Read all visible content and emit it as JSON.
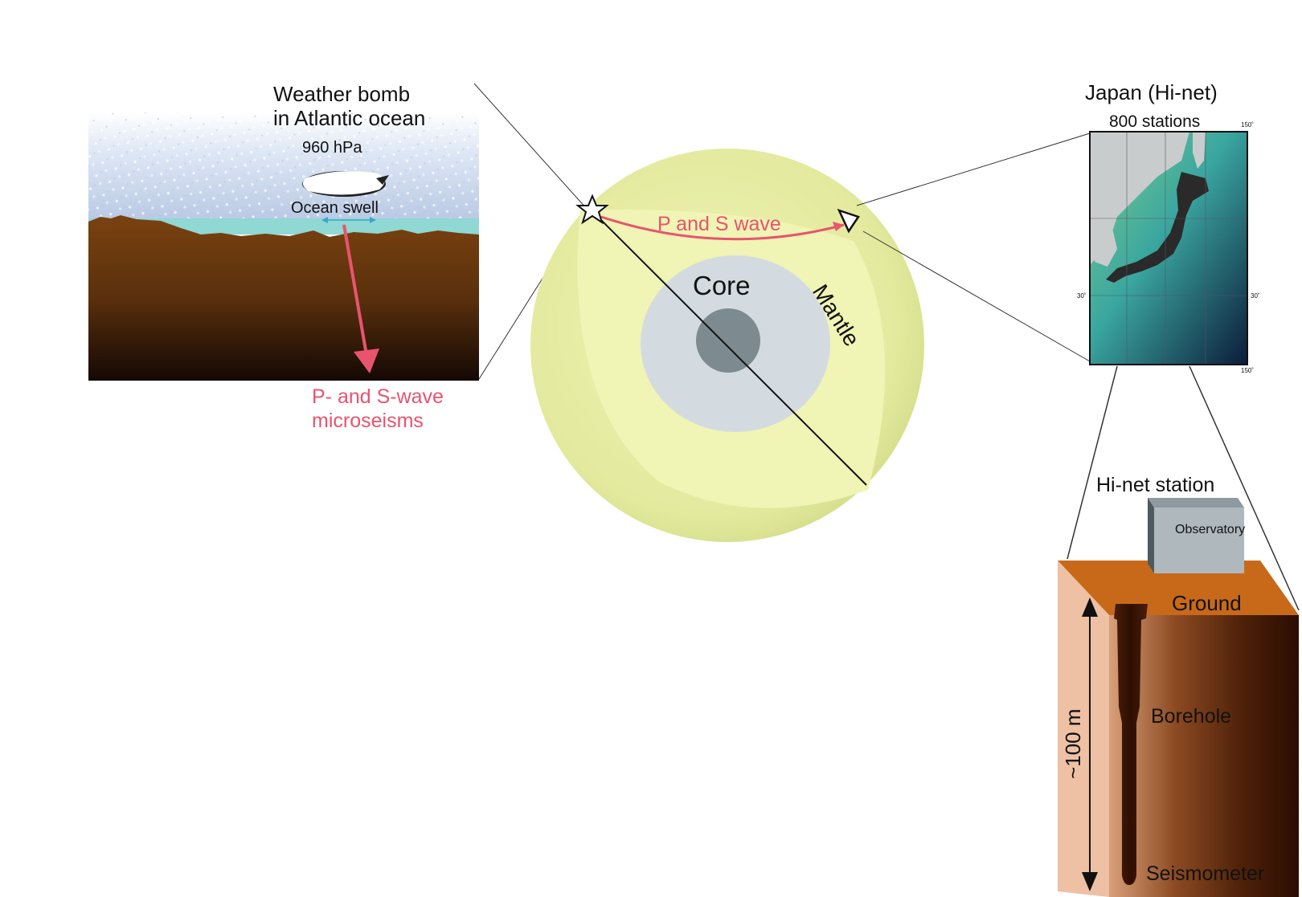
{
  "ocean_panel": {
    "title_line1": "Weather bomb",
    "title_line2": "in Atlantic ocean",
    "pressure": "960 hPa",
    "swell_label": "Ocean swell",
    "microseism_line1": "P-  and S-wave",
    "microseism_line2": "microseisms"
  },
  "earth": {
    "core_label": "Core",
    "mantle_label": "Mantle",
    "wave_label": "P  and S wave"
  },
  "japan_panel": {
    "title": "Japan (Hi-net)",
    "stations": "800 stations",
    "lon_label": "150˚",
    "lat_label": "30˚"
  },
  "station_panel": {
    "title": "Hi-net station",
    "observatory_label": "Observatory",
    "ground_label": "Ground",
    "borehole_label": "Borehole",
    "seismometer_label": "Seismometer",
    "depth_label": "~100 m"
  },
  "colors": {
    "wave_pink": "#e8546e",
    "soil_brown": "#6b3a0e",
    "mantle_yellow": "#ecf0a8",
    "ground_orange": "#c8691a"
  }
}
